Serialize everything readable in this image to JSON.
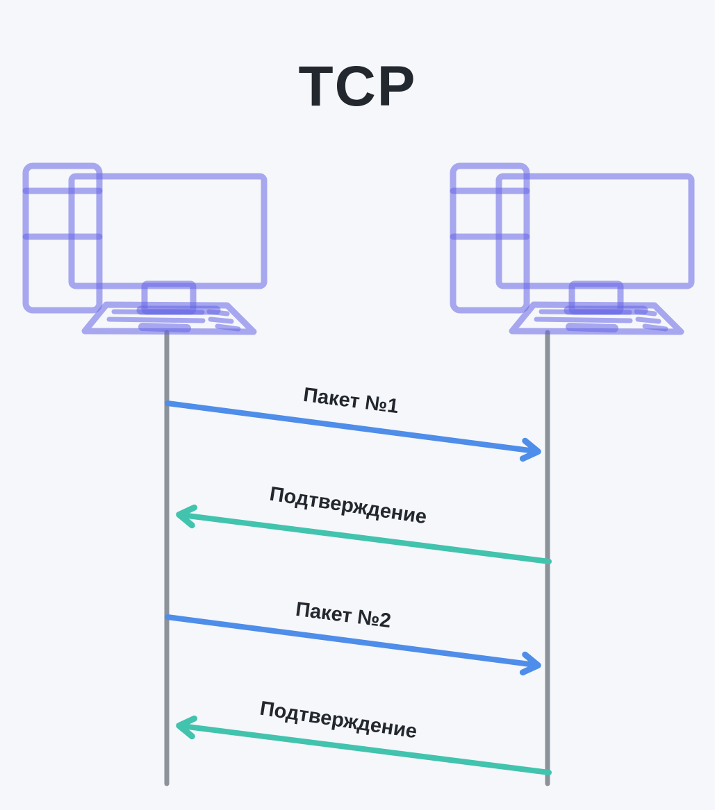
{
  "title": "TCP",
  "diagram": {
    "type": "sequence",
    "nodes": [
      {
        "id": "sender",
        "icon": "computer-icon",
        "side": "left"
      },
      {
        "id": "receiver",
        "icon": "computer-icon",
        "side": "right"
      }
    ],
    "messages": [
      {
        "label": "Пакет №1",
        "from": "sender",
        "to": "receiver",
        "kind": "packet"
      },
      {
        "label": "Подтверждение",
        "from": "receiver",
        "to": "sender",
        "kind": "ack"
      },
      {
        "label": "Пакет №2",
        "from": "sender",
        "to": "receiver",
        "kind": "packet"
      },
      {
        "label": "Подтверждение",
        "from": "receiver",
        "to": "sender",
        "kind": "ack"
      }
    ]
  },
  "colors": {
    "background": "#f5f7fa",
    "packet_arrow": "#4e8de9",
    "ack_arrow": "#41c3ae",
    "lifeline": "#8c9299",
    "computer": "#6666e6",
    "text": "#23272e"
  }
}
